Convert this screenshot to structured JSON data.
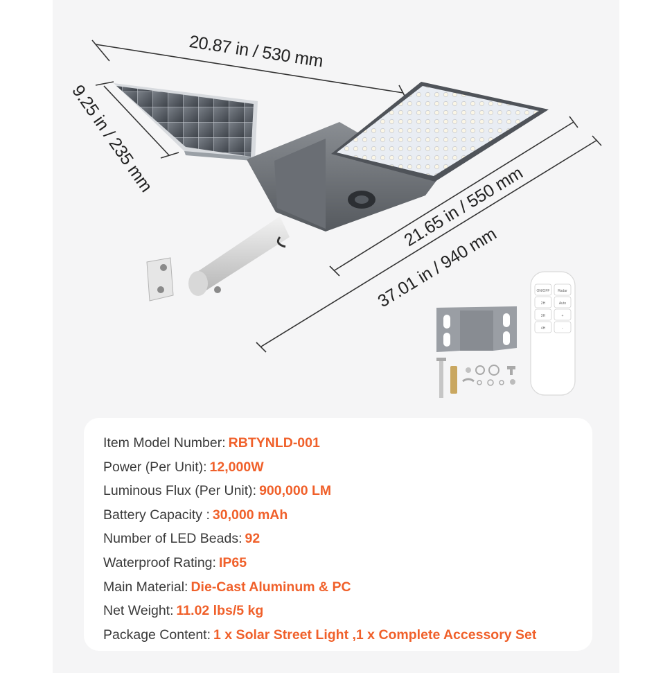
{
  "dimensions": {
    "panel_length": "20.87 in / 530 mm",
    "panel_width": "9.25 in / 235 mm",
    "lamp_length": "21.65 in / 550 mm",
    "overall_length": "37.01 in / 940 mm"
  },
  "remote": {
    "buttons": [
      "ON/OFF",
      "Radar",
      "2H",
      "Auto",
      "3H",
      "+",
      "4H",
      "-"
    ]
  },
  "specs": [
    {
      "label": "Item Model Number:",
      "value": "RBTYNLD-001"
    },
    {
      "label": "Power (Per Unit):",
      "value": "12,000W"
    },
    {
      "label": "Luminous Flux (Per Unit):",
      "value": "900,000 LM"
    },
    {
      "label": "Battery Capacity :",
      "value": "30,000 mAh"
    },
    {
      "label": "Number of LED Beads:",
      "value": "92"
    },
    {
      "label": "Waterproof Rating:",
      "value": "IP65"
    },
    {
      "label": "Main Material:",
      "value": "Die-Cast Aluminum & PC"
    },
    {
      "label": "Net Weight:",
      "value": "11.02 lbs/5 kg"
    },
    {
      "label": "Package Content:",
      "value": "1 x Solar Street Light ,1 x Complete Accessory Set"
    }
  ],
  "colors": {
    "accent": "#f0602a",
    "background": "#f5f5f6",
    "card": "#ffffff"
  }
}
